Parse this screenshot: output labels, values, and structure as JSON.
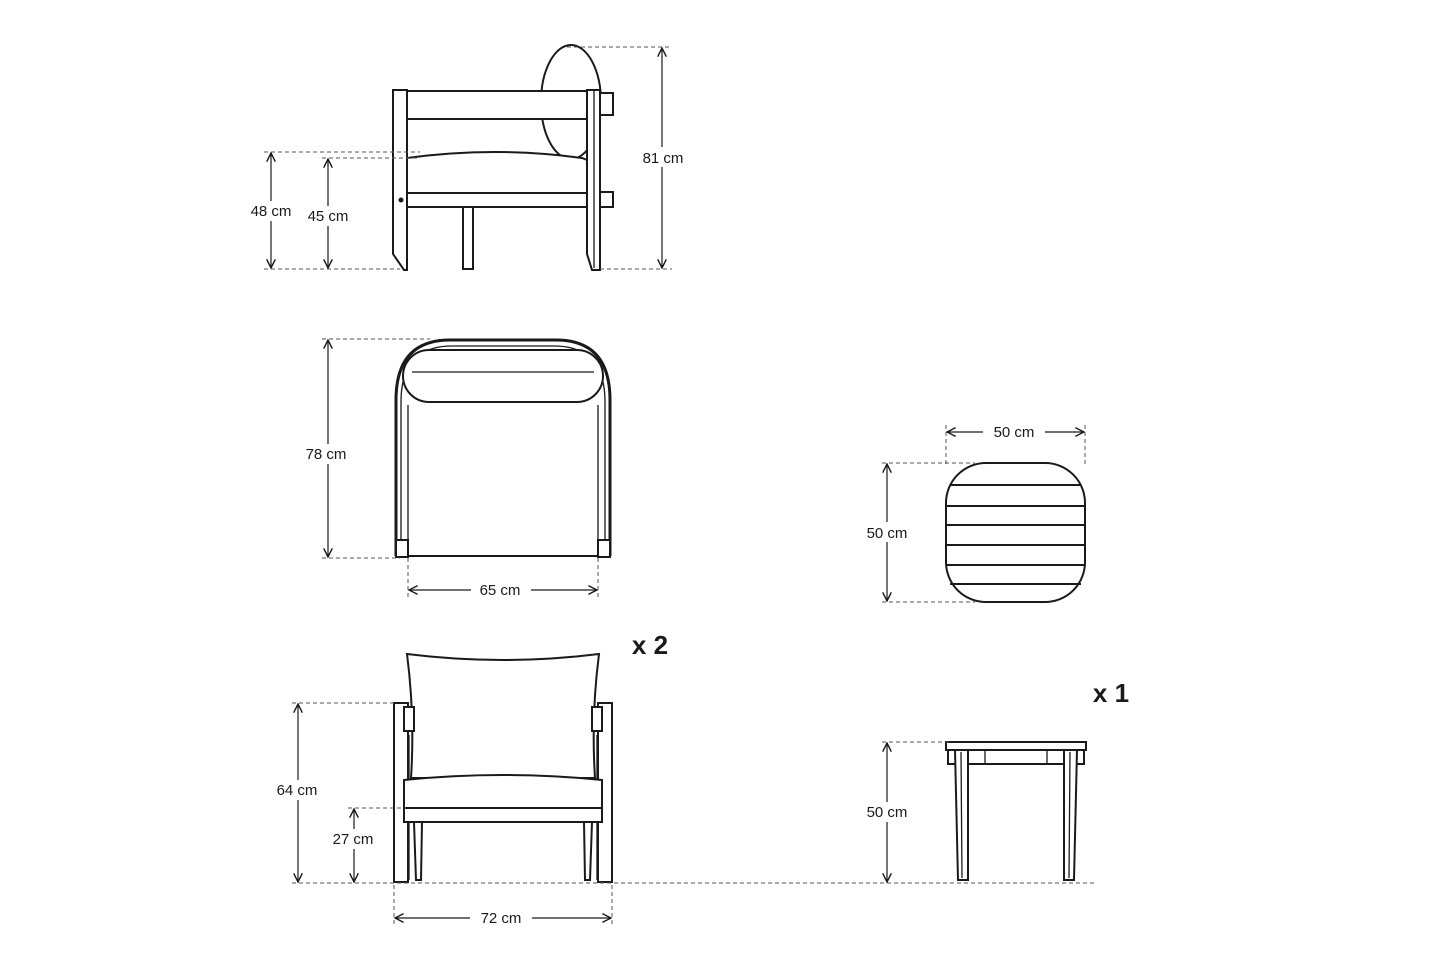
{
  "dimensions": {
    "side_total_height": "81 cm",
    "side_armrest_height": "48 cm",
    "side_seat_height": "45 cm",
    "top_depth": "78 cm",
    "top_seat_width": "65 cm",
    "table_top_width": "50 cm",
    "table_top_depth": "50 cm",
    "front_arm_height": "64 cm",
    "front_seat_height": "27 cm",
    "front_total_width": "72 cm",
    "table_height": "50 cm"
  },
  "quantities": {
    "chair": "x 2",
    "table": "x 1"
  }
}
